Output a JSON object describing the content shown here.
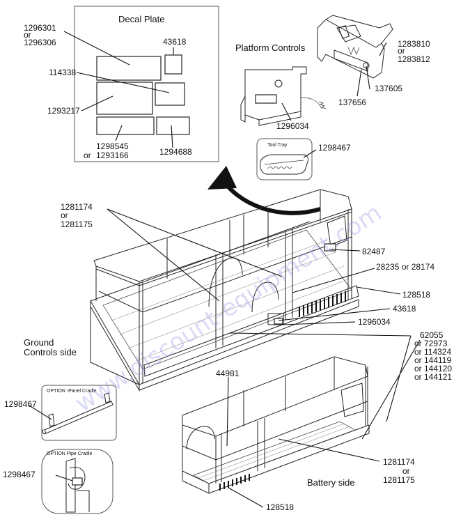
{
  "decal_plate": {
    "title": "Decal Plate",
    "labels": {
      "p1296301": "1296301",
      "or_a": "or",
      "p1296306": "1296306",
      "p43618": "43618",
      "p114338": "114338",
      "p1293217": "1293217",
      "p1298545": "1298545",
      "or_b": "or",
      "p1293166": "1293166",
      "p1294688": "1294688"
    }
  },
  "platform_controls": {
    "title": "Platform Controls",
    "labels": {
      "p1283810": "1283810",
      "or_c": "or",
      "p1283812": "1283812",
      "p137605": "137605",
      "p137656": "137656",
      "p1296034": "1296034"
    }
  },
  "tool_tray": {
    "title": "Tool Tray",
    "part": "1298467"
  },
  "main_callouts": {
    "p1281174_top": "1281174",
    "or_d": "or",
    "p1281175_top": "1281175",
    "p82487": "82487",
    "p28235": "28235 or 28174",
    "p128518_right": "128518",
    "p43618_main": "43618",
    "p1296034_main": "1296034",
    "p62055": "62055",
    "p72973": "or  72973",
    "p114324": "or  114324",
    "p144119": "or  144119",
    "p144120": "or  144120",
    "p144121": "or  144121",
    "p44981": "44981",
    "p1281174_bottom": "1281174",
    "or_e": "or",
    "p1281175_bottom": "1281175",
    "p128518_bottom": "128518"
  },
  "side_labels": {
    "ground_line1": "Ground",
    "ground_line2": "Controls side",
    "battery": "Battery side"
  },
  "options": {
    "panel_cradle_title": "OPTION -Panel Cradle",
    "panel_cradle_part": "1298467",
    "pipe_cradle_title": "OPTION Pipe Cradle",
    "pipe_cradle_part": "1298467"
  },
  "watermark": "www.discount-equipment.com"
}
